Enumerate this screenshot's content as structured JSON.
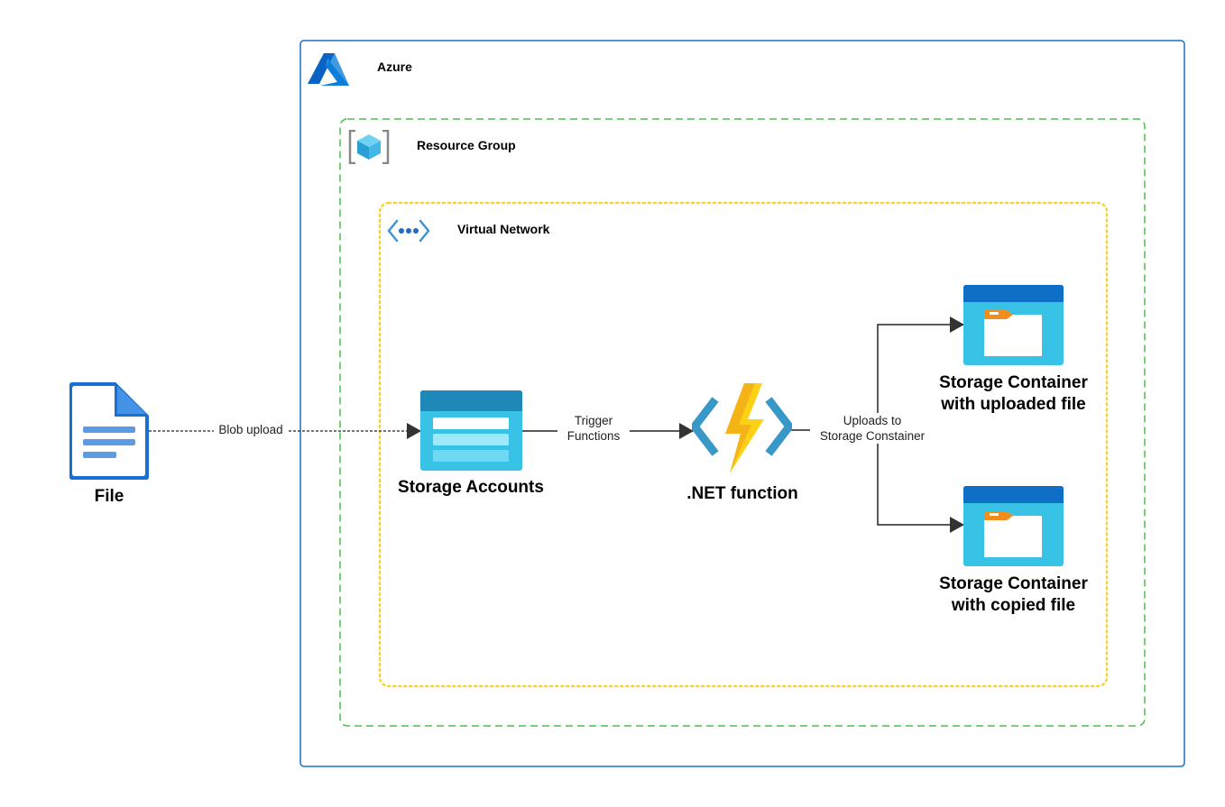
{
  "groups": {
    "azure": {
      "label": "Azure",
      "icon": "azure-logo-icon",
      "border": "#1f6bc7"
    },
    "resource_group": {
      "label": "Resource Group",
      "icon": "resource-group-icon",
      "border": "#4dbd4d"
    },
    "virtual_network": {
      "label": "Virtual Network",
      "icon": "virtual-network-icon",
      "border": "#f7d33b"
    }
  },
  "nodes": {
    "file": {
      "label": "File",
      "icon": "file-document-icon"
    },
    "storage_accounts": {
      "label": "Storage Accounts",
      "icon": "storage-account-icon"
    },
    "net_function": {
      "label": ".NET function",
      "icon": "function-lightning-icon"
    },
    "container_uploaded": {
      "line1": "Storage Container",
      "line2": "with uploaded file",
      "icon": "storage-container-icon"
    },
    "container_copied": {
      "line1": "Storage Container",
      "line2": "with copied file",
      "icon": "storage-container-icon"
    }
  },
  "edges": {
    "blob_upload": {
      "label": "Blob upload",
      "style": "dashed"
    },
    "trigger": {
      "line1": "Trigger",
      "line2": "Functions",
      "style": "solid"
    },
    "uploads": {
      "line1": "Uploads to",
      "line2": "Storage Constainer",
      "style": "solid"
    }
  },
  "colors": {
    "azure_blue": "#0078d4",
    "storage_teal": "#37c2e6",
    "storage_header": "#1e88b8",
    "bolt_yellow": "#fcd116",
    "bolt_orange": "#ec9a18",
    "function_blue": "#3999c6",
    "arrow": "#333333"
  }
}
